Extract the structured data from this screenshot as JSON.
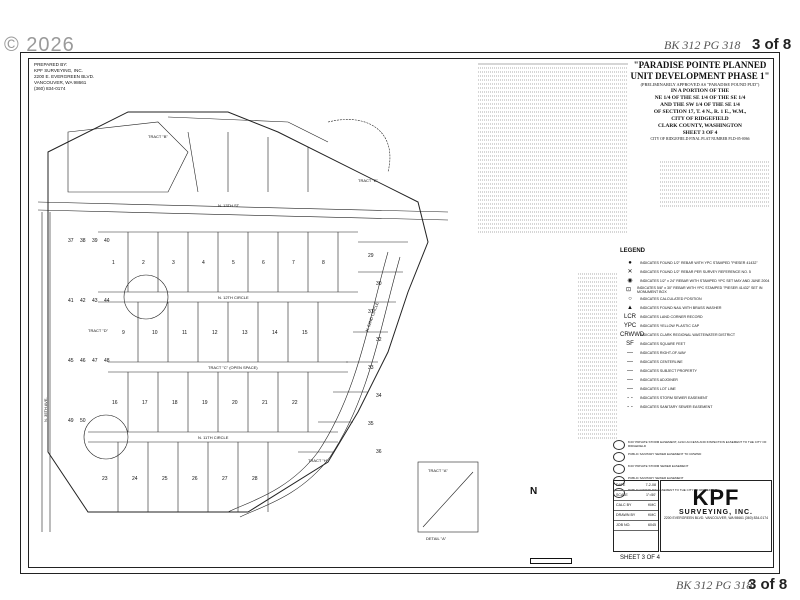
{
  "watermark": "© 2026",
  "stamps": {
    "top_ref": "BK 312  PG 318",
    "top_sheet": "3 of 8",
    "bottom_ref": "BK 312  PG 318",
    "bottom_sheet": "3 of 8"
  },
  "prepared_by": {
    "label": "PREPARED BY:",
    "company": "KPF SURVEYING, INC.",
    "address": "2200 E. EVERGREEN BLVD.",
    "city": "VANCOUVER, WA 98661",
    "phone": "(360) 834-0174"
  },
  "title_block": {
    "title": "\"PARADISE POINTE PLANNED UNIT DEVELOPMENT PHASE 1\"",
    "subtitle": "(PRELIMINARILY APPROVED AS \"PARADISE POUND PUD\")",
    "line1": "IN A PORTION OF THE",
    "line2": "NE 1/4 OF THE SE 1/4 OF THE SE 1/4",
    "line3": "AND THE SW 1/4 OF THE SE 1/4",
    "line4": "OF SECTION 17, T. 4 N., R. 1 E., W.M.,",
    "line5": "CITY OF RIDGEFIELD",
    "line6": "CLARK COUNTY, WASHINGTON",
    "line7": "SHEET 3 OF 4",
    "line8": "CITY OF RIDGEFIELD FINAL PLAT NUMBER PLD-05-0066"
  },
  "legend": {
    "title": "LEGEND",
    "items": [
      {
        "symbol": "●",
        "text": "INDICATES FOUND 1/2\" REBAR WITH YPC STAMPED \"PIESER 41432\""
      },
      {
        "symbol": "✕",
        "text": "INDICATES FOUND 1/2\" REBAR PER SURVEY REFERENCE NO. 5"
      },
      {
        "symbol": "◉",
        "text": "INDICATES 1/2\" x 24\" REBAR WITH STAMPED YPC SET MAY AND JUNE 2004"
      },
      {
        "symbol": "⊡",
        "text": "INDICATES 5/8\" x 30\" REBAR WITH YPC STAMPED \"PIESER 41432\" SET IN MONUMENT BOX"
      },
      {
        "symbol": "○",
        "text": "INDICATES CALCULATED POSITION"
      },
      {
        "symbol": "▲",
        "text": "INDICATES FOUND NAIL WITH BRASS WASHER"
      },
      {
        "symbol": "LCR",
        "text": "INDICATES LAND CORNER RECORD"
      },
      {
        "symbol": "YPC",
        "text": "INDICATES YELLOW PLASTIC CAP"
      },
      {
        "symbol": "CRWWD",
        "text": "INDICATES CLARK REGIONAL WASTEWATER DISTRICT"
      },
      {
        "symbol": "SF",
        "text": "INDICATES SQUARE FEET"
      },
      {
        "symbol": "—",
        "text": "INDICATES RIGHT-OF-WAY"
      },
      {
        "symbol": "—",
        "text": "INDICATES CENTERLINE"
      },
      {
        "symbol": "—",
        "text": "INDICATES SUBJECT PROPERTY"
      },
      {
        "symbol": "—",
        "text": "INDICATES ADJOINER"
      },
      {
        "symbol": "—",
        "text": "INDICATES LOT LINE"
      },
      {
        "symbol": "- -",
        "text": "INDICATES STORM SEWER EASEMENT"
      },
      {
        "symbol": "- -",
        "text": "INDICATES SANITARY SEWER EASEMENT"
      }
    ]
  },
  "notes": [
    "8.00' PRIVATE STORM EASEMENT, ALSO ACCESS AND INSPECTION EASEMENT TO THE CITY OF RIDGEFIELD",
    "PUBLIC SANITARY SEWER EASEMENT TO CRWWD",
    "8.00' PRIVATE STORM SEWER EASEMENT",
    "PUBLIC SANITARY SEWER EASEMENT",
    "PUBLIC WATERLINE EASEMENT TO THE CITY OF RIDGEFIELD"
  ],
  "info_box": [
    {
      "label": "DATE",
      "value": "7-2-08"
    },
    {
      "label": "SCALE",
      "value": "1\"=50'"
    },
    {
      "label": "CALC BY",
      "value": "KMC"
    },
    {
      "label": "DRAWN BY",
      "value": "KMC"
    },
    {
      "label": "JOB NO.",
      "value": "6045"
    }
  ],
  "kpf": {
    "logo": "KPF",
    "name": "SURVEYING, INC.",
    "address": "2200 EVERGREEN BLVD. VANCOUVER, WA 98661 (360) 834-0174"
  },
  "sheet": {
    "label": "SHEET",
    "num": "3",
    "of": "OF",
    "total": "4"
  },
  "north_arrow": "N",
  "map_labels": {
    "street1": "N. 12TH CIRCLE",
    "street2": "N. 11TH CIRCLE",
    "street3": "N. 13TH ST.",
    "street4": "N. 52ND CIRCLE",
    "avenue": "N. 35TH AVE.",
    "tract_a": "TRACT \"A\"",
    "tract_b": "TRACT \"B\"",
    "tract_c": "TRACT \"C\" (OPEN SPACE)",
    "tract_d": "TRACT \"D\"",
    "tract_e": "TRACT \"E\"",
    "tract_h": "TRACT \"H\"",
    "detail": "DETAIL \"A\"",
    "lots": [
      "1",
      "2",
      "3",
      "4",
      "5",
      "6",
      "7",
      "8",
      "9",
      "10",
      "11",
      "12",
      "13",
      "14",
      "15",
      "16",
      "17",
      "18",
      "19",
      "20",
      "21",
      "22",
      "23",
      "24",
      "25",
      "26",
      "27",
      "28",
      "29",
      "30",
      "31",
      "32",
      "33",
      "34",
      "35",
      "36",
      "37",
      "38",
      "39",
      "40",
      "41",
      "42",
      "43",
      "44",
      "45",
      "46",
      "47",
      "48",
      "49",
      "50"
    ]
  }
}
